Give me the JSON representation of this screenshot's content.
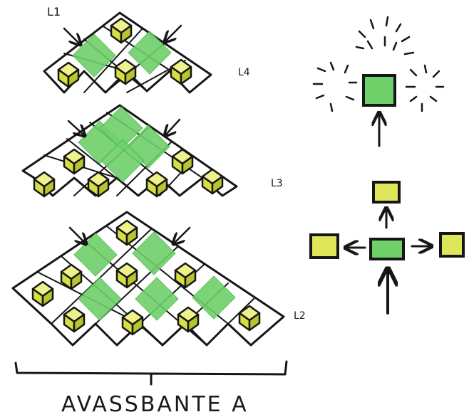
{
  "labels": {
    "level_top": "L4",
    "level_mid": "L3",
    "level_bottom": "L2",
    "corner_mark": "L1",
    "caption": "AVASSBANTE A"
  },
  "colors": {
    "ink": "#161616",
    "green": "#6fd06a",
    "green_dark": "#3fae43",
    "cube_yellow": "#dfe65a",
    "cube_shadow": "#a8b82a",
    "paper": "#ffffff"
  },
  "icons": {
    "top_cube": "cube-icon",
    "green_cell": "green-square-icon",
    "arrow": "arrow-icon"
  }
}
